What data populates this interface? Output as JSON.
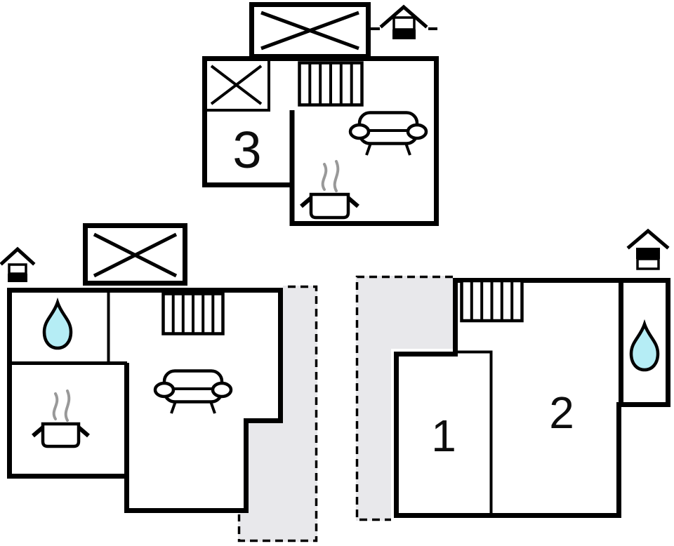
{
  "page": {
    "title": "vacation-home-floor-plans",
    "background_color": "#ffffff"
  },
  "colors": {
    "wall": "#000000",
    "terrace": "#e8e8eb",
    "drop": "#b5edf5",
    "steam": "#999999",
    "bg": "#ffffff"
  },
  "plans": {
    "top": {
      "name": "upper-floor-plan",
      "room_label": "3",
      "features": [
        "skylight-x-box",
        "radiator",
        "sofa",
        "cooking-pot",
        "entrance-house-marker-with-dashes"
      ]
    },
    "bottom_left": {
      "name": "ground-floor-plan-left",
      "features": [
        "skylight-x-box",
        "water-drop-bathroom",
        "radiator",
        "sofa",
        "cooking-pot",
        "terrace-dashed",
        "entrance-house-marker"
      ]
    },
    "bottom_right": {
      "name": "floor-plan-right",
      "room_1_label": "1",
      "room_2_label": "2",
      "features": [
        "terrace-dashed",
        "radiator",
        "water-drop-bathroom",
        "entrance-house-marker"
      ]
    }
  },
  "icons": {
    "skylight": "x-cross-box-icon",
    "radiator": "radiator-bars-icon",
    "sofa": "sofa-icon",
    "stove": "cooking-pot-with-steam-icon",
    "bathroom": "water-drop-icon",
    "entrance_lower": "house-icon-lower-half-filled",
    "entrance_upper": "house-icon-upper-half-filled"
  }
}
